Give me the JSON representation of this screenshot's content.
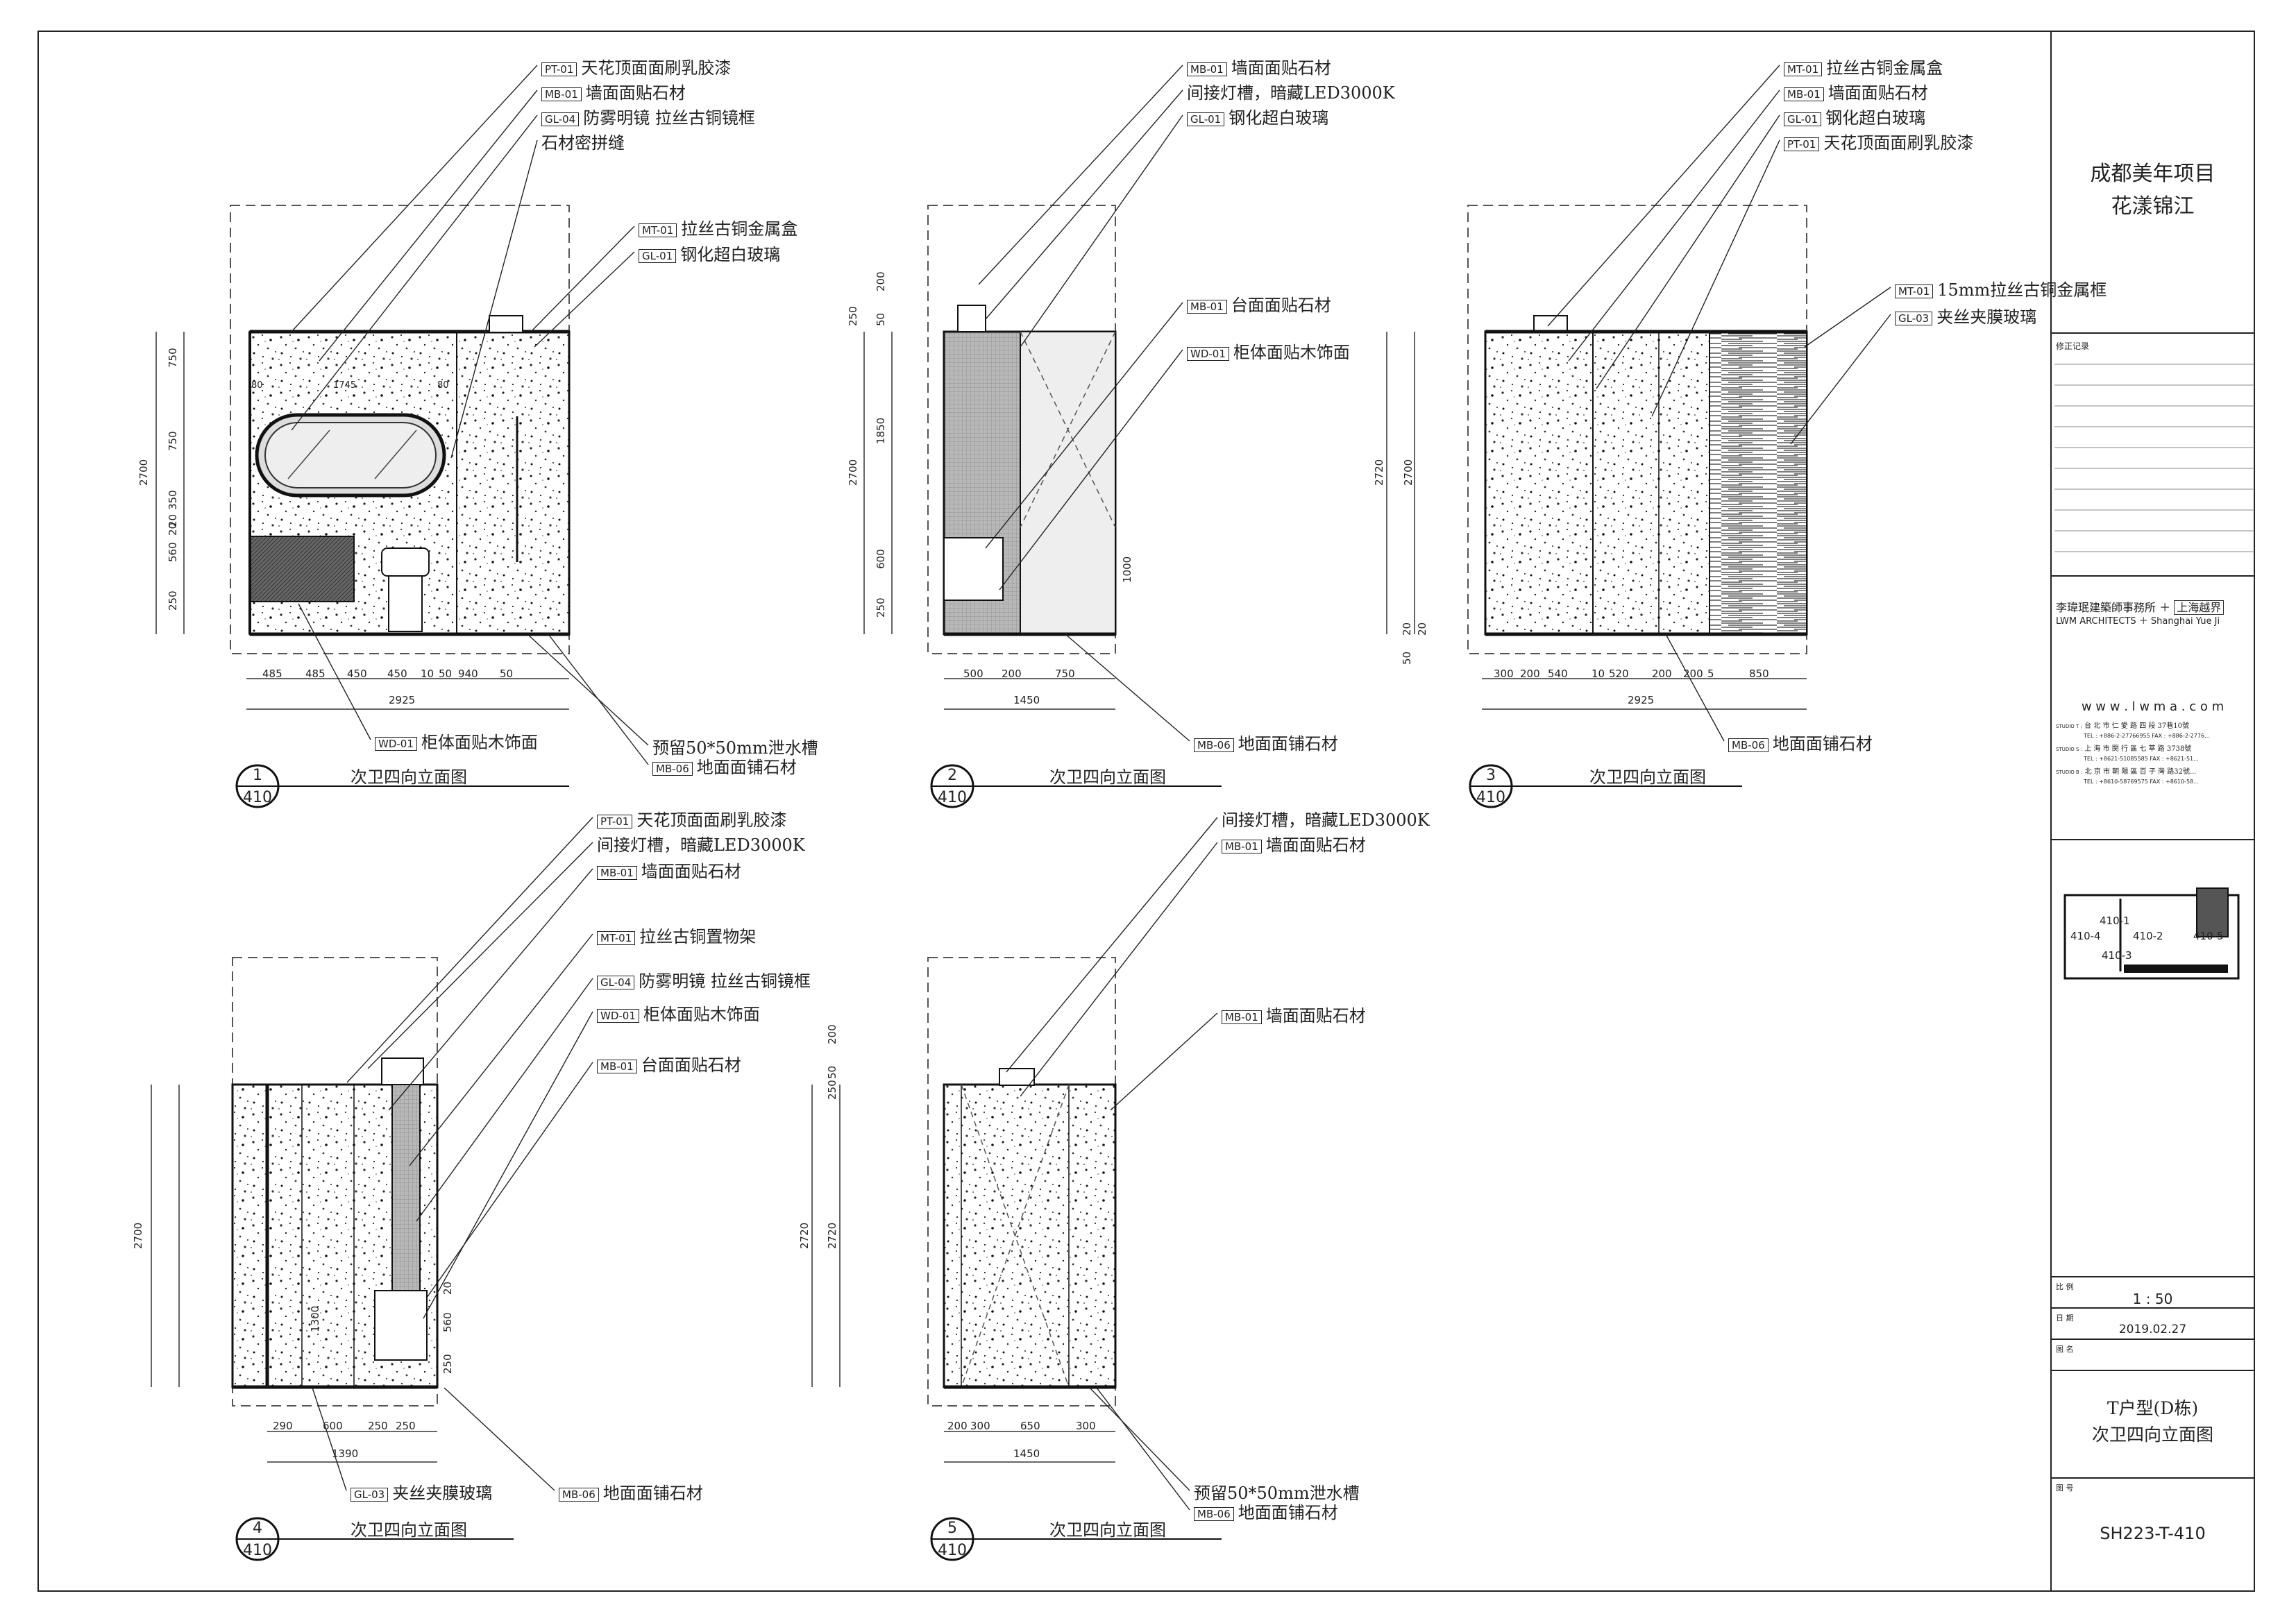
{
  "sheet": {
    "project_title_1": "成都美年项目",
    "project_title_2": "花漾锦江",
    "revision_label": "修正记录",
    "firm_cn": "李瑋珉建築師事務所 ＋",
    "firm_partner_cn": "上海越界",
    "firm_en": "LWM ARCHITECTS ＋ Shanghai Yue Ji",
    "website": "w w w . l w m a . c o m",
    "studios": [
      {
        "tag": "STUDIO T :",
        "address": "台 北 市 仁 愛 路 四 段 37巷10號",
        "tel": "TEL : +886-2-27766955   FAX : +886-2-2776..."
      },
      {
        "tag": "STUDIO S :",
        "address": "上 海 市 閔 行 區 七 莘 路 3738號",
        "tel": "TEL : +8621-51085585   FAX : +8621-51..."
      },
      {
        "tag": "STUDIO B :",
        "address": "北 京 市 朝 陽 區 百 子 灣 路32號...",
        "tel": "TEL : +8610-58769575   FAX : +8610-58..."
      }
    ],
    "key_plan_labels": [
      "410-1",
      "410-2",
      "410-3",
      "410-4",
      "410-5"
    ],
    "scale_label": "比 例",
    "scale_value": "1 : 50",
    "date_label": "日 期",
    "date_value": "2019.02.27",
    "drawing_name_label": "图 名",
    "drawing_name_1": "T户型(D栋)",
    "drawing_name_2": "次卫四向立面图",
    "drawing_no_label": "图 号",
    "drawing_no": "SH223-T-410"
  },
  "views": [
    {
      "number": "1",
      "sheet": "410",
      "title": "次卫四向立面图",
      "callouts": [
        {
          "code": "PT-01",
          "text": "天花顶面面刷乳胶漆"
        },
        {
          "code": "MB-01",
          "text": "墙面面贴石材"
        },
        {
          "code": "GL-04",
          "text": "防雾明镜 拉丝古铜镜框"
        },
        {
          "code": "",
          "text": "石材密拼缝"
        },
        {
          "code": "MT-01",
          "text": "拉丝古铜金属盒"
        },
        {
          "code": "GL-01",
          "text": "钢化超白玻璃"
        },
        {
          "code": "WD-01",
          "text": "柜体面贴木饰面"
        },
        {
          "code": "",
          "text": "预留50*50mm泄水槽"
        },
        {
          "code": "MB-06",
          "text": "地面面铺石材"
        }
      ],
      "dims_h": [
        "485",
        "485",
        "450",
        "450",
        "10",
        "50",
        "940",
        "50"
      ],
      "dim_total": "2925",
      "dims_v": [
        "750",
        "750",
        "350",
        "20",
        "20",
        "560",
        "250"
      ],
      "dim_v_total": "2700",
      "inner_dims": [
        "80",
        "1745",
        "80"
      ]
    },
    {
      "number": "2",
      "sheet": "410",
      "title": "次卫四向立面图",
      "callouts": [
        {
          "code": "MB-01",
          "text": "墙面面贴石材"
        },
        {
          "code": "",
          "text": "间接灯槽，暗藏LED3000K"
        },
        {
          "code": "GL-01",
          "text": "钢化超白玻璃"
        },
        {
          "code": "MB-01",
          "text": "台面面贴石材"
        },
        {
          "code": "WD-01",
          "text": "柜体面贴木饰面"
        },
        {
          "code": "MB-06",
          "text": "地面面铺石材"
        }
      ],
      "dims_h": [
        "500",
        "200",
        "750"
      ],
      "dim_total": "1450",
      "dims_v": [
        "200",
        "50",
        "1850",
        "600",
        "250"
      ],
      "dim_v_small": "250",
      "dim_v_total": "2700",
      "inner_dims": [
        "1000"
      ]
    },
    {
      "number": "3",
      "sheet": "410",
      "title": "次卫四向立面图",
      "callouts": [
        {
          "code": "MT-01",
          "text": "拉丝古铜金属盒"
        },
        {
          "code": "MB-01",
          "text": "墙面面贴石材"
        },
        {
          "code": "GL-01",
          "text": "钢化超白玻璃"
        },
        {
          "code": "PT-01",
          "text": "天花顶面面刷乳胶漆"
        },
        {
          "code": "MT-01",
          "text": "15mm拉丝古铜金属框"
        },
        {
          "code": "GL-03",
          "text": "夹丝夹膜玻璃"
        },
        {
          "code": "MB-06",
          "text": "地面面铺石材"
        }
      ],
      "dims_h": [
        "300",
        "200",
        "540",
        "10",
        "520",
        "200",
        "200",
        "5",
        "850"
      ],
      "dim_total": "2925",
      "dims_v": [
        "20",
        "20",
        "50"
      ],
      "dim_v_total": "2700",
      "dim_v_total_2": "2720"
    },
    {
      "number": "4",
      "sheet": "410",
      "title": "次卫四向立面图",
      "callouts": [
        {
          "code": "PT-01",
          "text": "天花顶面面刷乳胶漆"
        },
        {
          "code": "",
          "text": "间接灯槽，暗藏LED3000K"
        },
        {
          "code": "MB-01",
          "text": "墙面面贴石材"
        },
        {
          "code": "MT-01",
          "text": "拉丝古铜置物架"
        },
        {
          "code": "GL-04",
          "text": "防雾明镜 拉丝古铜镜框"
        },
        {
          "code": "WD-01",
          "text": "柜体面贴木饰面"
        },
        {
          "code": "MB-01",
          "text": "台面面贴石材"
        },
        {
          "code": "GL-03",
          "text": "夹丝夹膜玻璃"
        },
        {
          "code": "MB-06",
          "text": "地面面铺石材"
        }
      ],
      "dims_h": [
        "290",
        "600",
        "250",
        "250"
      ],
      "dim_total": "1390",
      "dims_v": [
        "20",
        "560",
        "250"
      ],
      "dim_v_total": "2700",
      "inner_dims": [
        "1300"
      ]
    },
    {
      "number": "5",
      "sheet": "410",
      "title": "次卫四向立面图",
      "callouts": [
        {
          "code": "",
          "text": "间接灯槽，暗藏LED3000K"
        },
        {
          "code": "MB-01",
          "text": "墙面面贴石材"
        },
        {
          "code": "MB-01",
          "text": "墙面面贴石材"
        },
        {
          "code": "",
          "text": "预留50*50mm泄水槽"
        },
        {
          "code": "MB-06",
          "text": "地面面铺石材"
        }
      ],
      "dims_h": [
        "200",
        "300",
        "650",
        "300"
      ],
      "dim_total": "1450",
      "dims_v": [
        "200",
        "50",
        "250"
      ],
      "dim_v_total": "2720",
      "dim_v_total_2": "2720"
    }
  ]
}
